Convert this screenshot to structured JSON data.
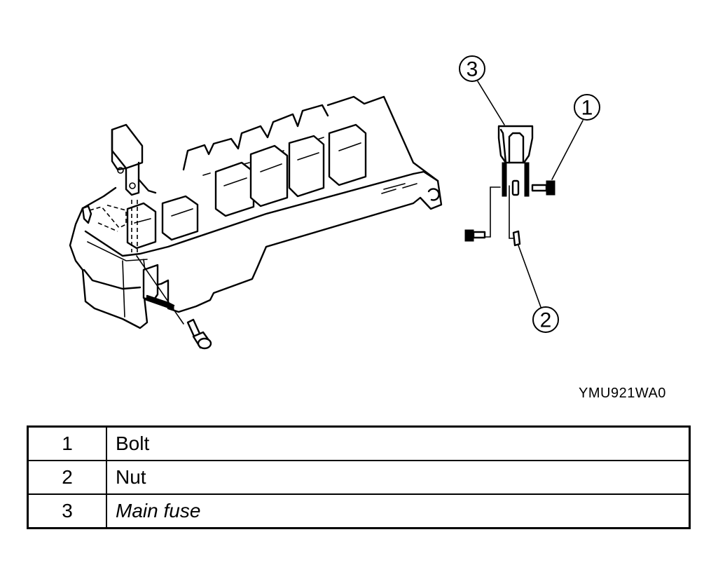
{
  "figure": {
    "title": "Main fuse removal / installation",
    "code": "YMU921WA0",
    "components": {
      "fuse_block": "fuse-block-assembly",
      "main_fuse_exploded": "main-fuse-exploded-view"
    },
    "callouts": [
      {
        "number": "1",
        "target": "bolt"
      },
      {
        "number": "2",
        "target": "nut"
      },
      {
        "number": "3",
        "target": "main-fuse"
      }
    ]
  },
  "legend": {
    "rows": [
      {
        "number": "1",
        "name": "Bolt"
      },
      {
        "number": "2",
        "name": "Nut"
      },
      {
        "number": "3",
        "name": "Main fuse"
      }
    ]
  }
}
